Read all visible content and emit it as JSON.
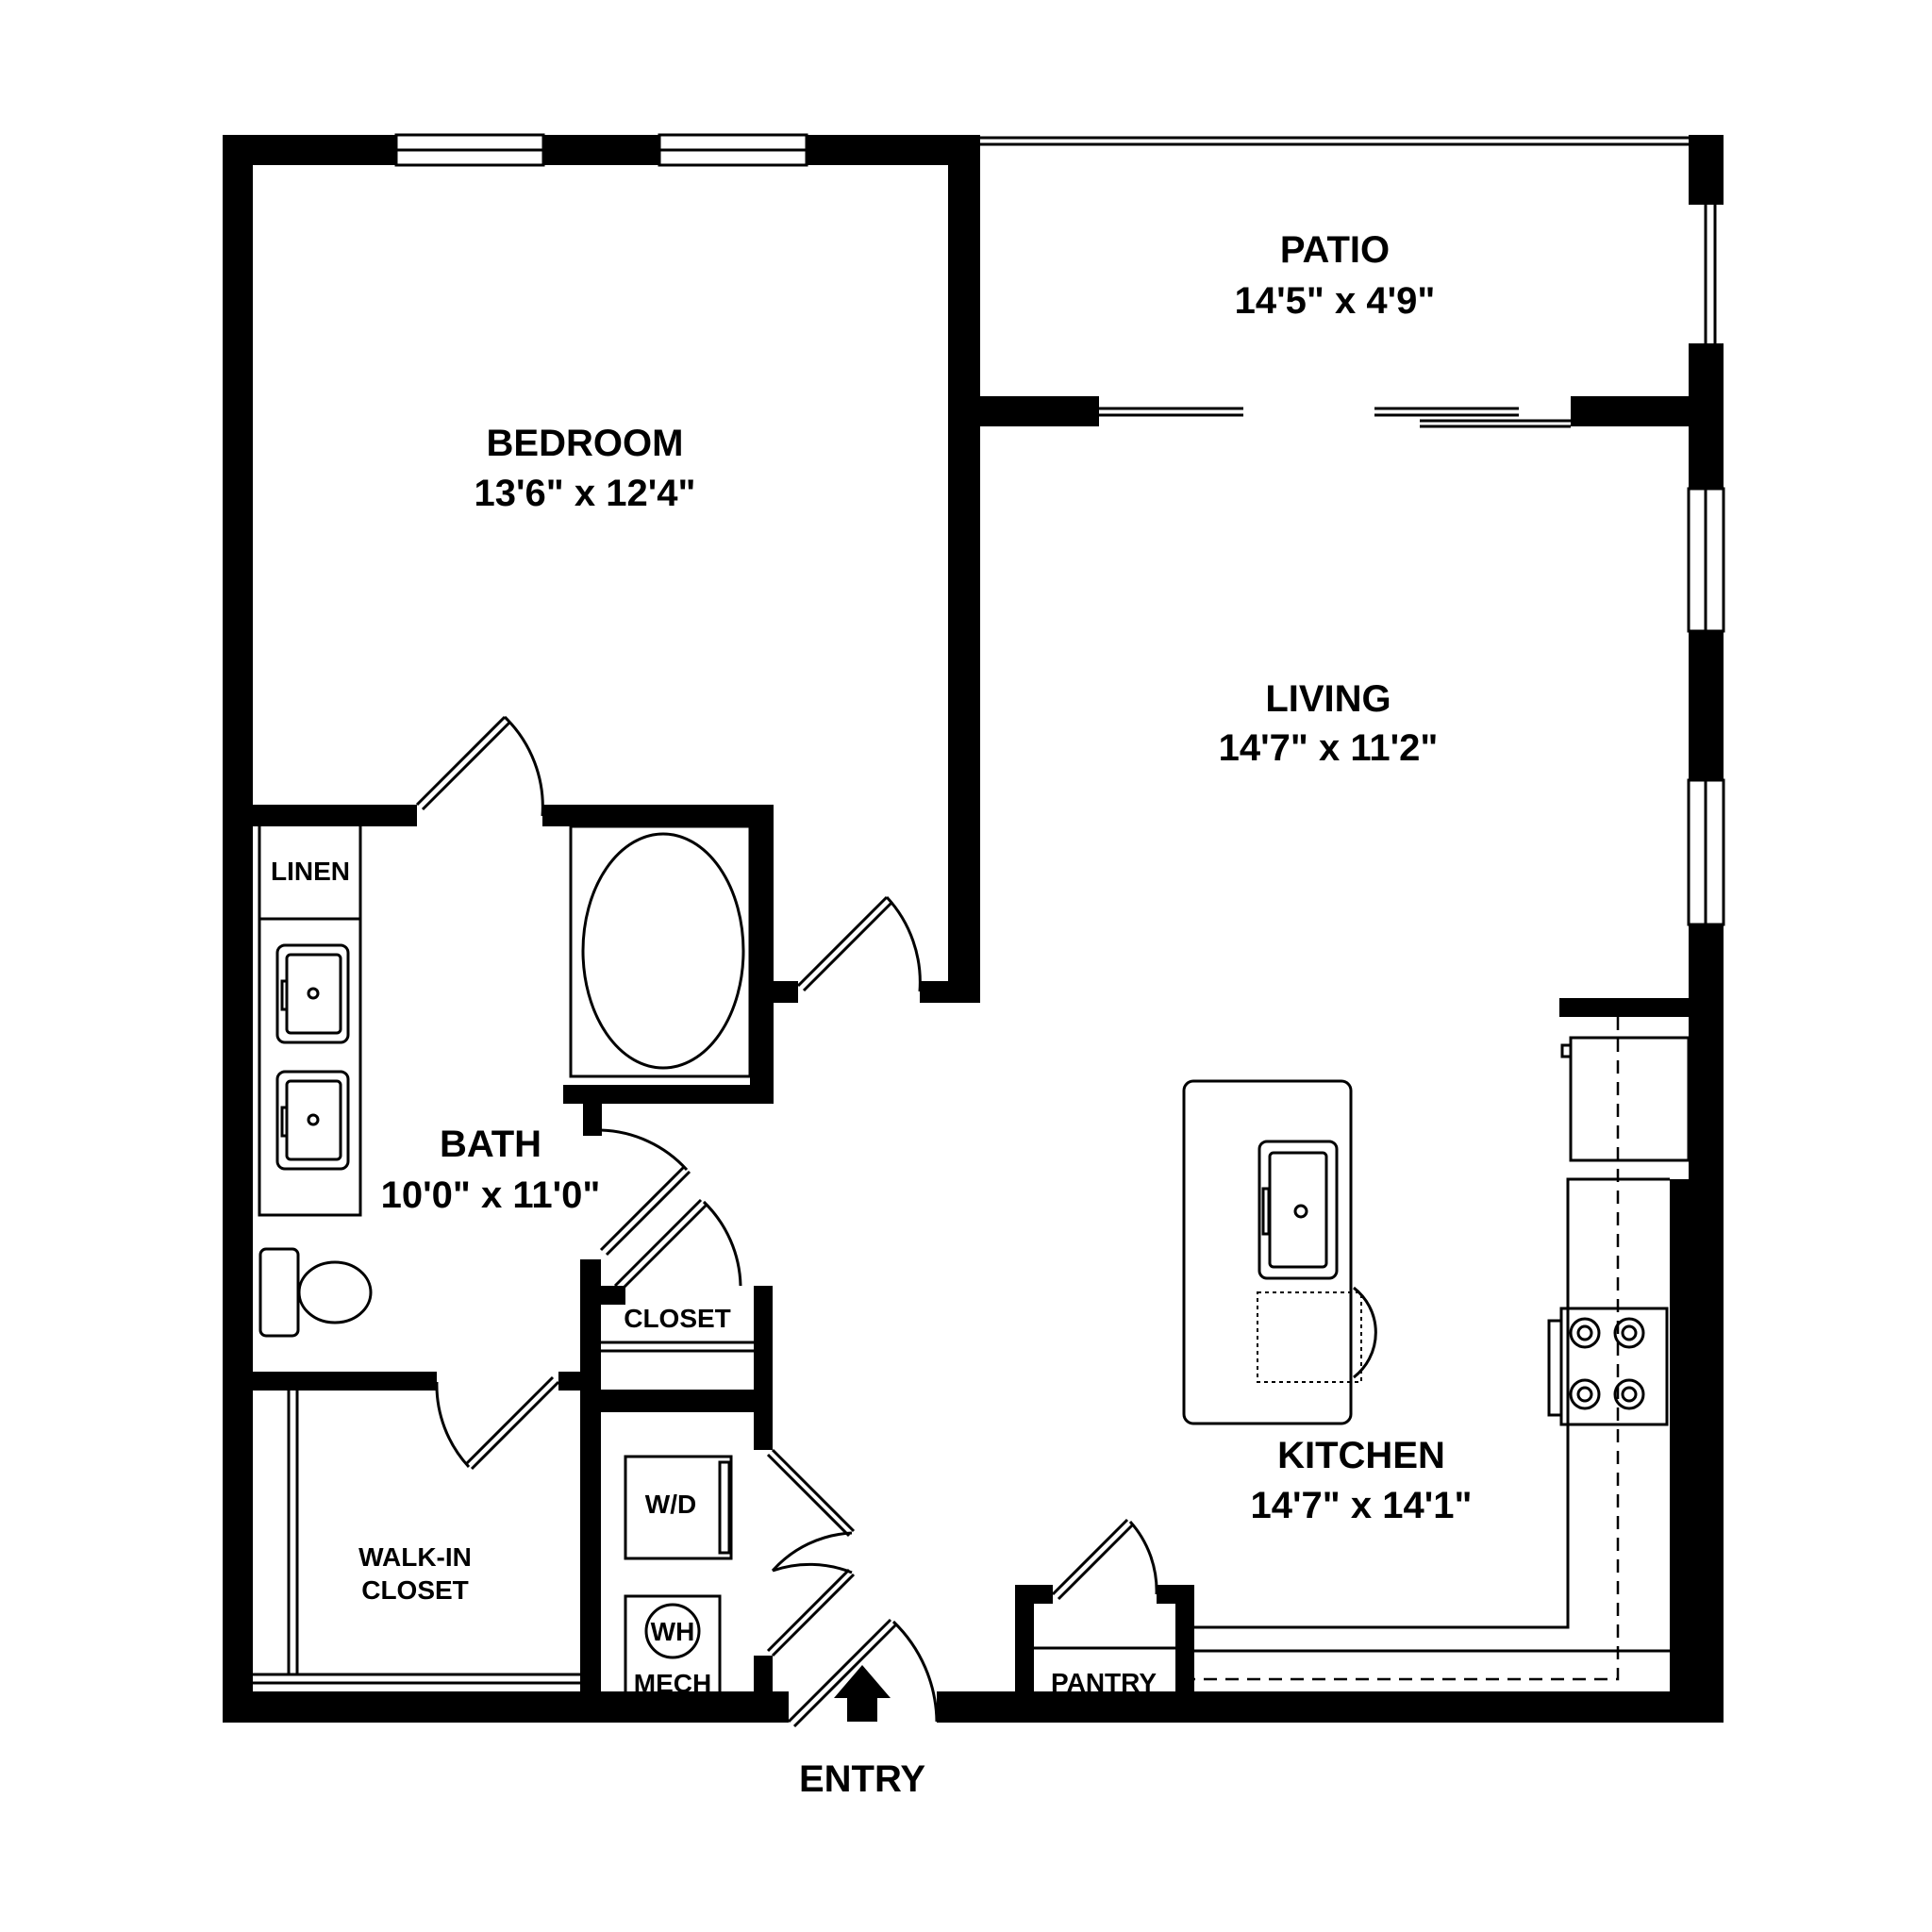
{
  "rooms": {
    "patio": {
      "name": "PATIO",
      "size": "14'5\" x 4'9\""
    },
    "bedroom": {
      "name": "BEDROOM",
      "size": "13'6\" x 12'4\""
    },
    "living": {
      "name": "LIVING",
      "size": "14'7\" x 11'2\""
    },
    "bath": {
      "name": "BATH",
      "size": "10'0\" x 11'0\""
    },
    "kitchen": {
      "name": "KITCHEN",
      "size": "14'7\" x 14'1\""
    },
    "linen": {
      "name": "LINEN"
    },
    "closet": {
      "name": "CLOSET"
    },
    "walkin": {
      "line1": "WALK-IN",
      "line2": "CLOSET"
    },
    "pantry": {
      "name": "PANTRY"
    }
  },
  "fixtures": {
    "washer_dryer": "W/D",
    "water_heater": "WH",
    "mech": "MECH"
  },
  "entry": {
    "label": "ENTRY"
  },
  "colors": {
    "walls": "#000000",
    "background": "#ffffff"
  }
}
